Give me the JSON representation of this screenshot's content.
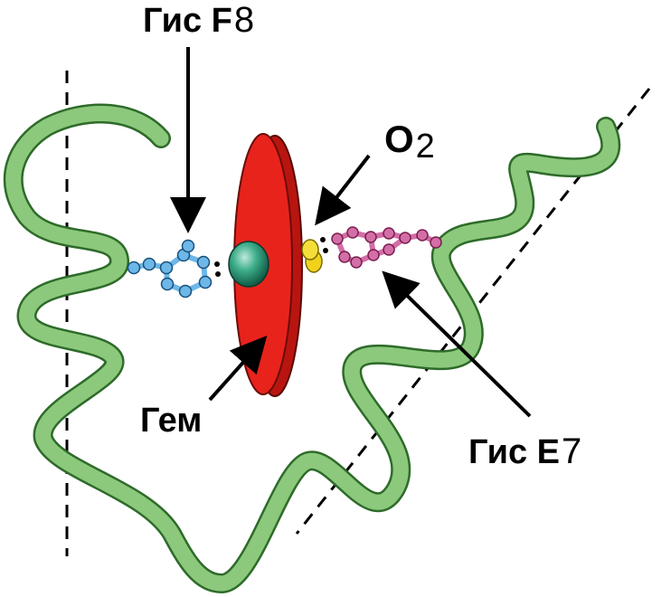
{
  "labels": {
    "his_f": {
      "text": "Гис F",
      "sub": "8"
    },
    "o2": {
      "text": "O",
      "sub": "2"
    },
    "heme": {
      "text": "Гем"
    },
    "his_e": {
      "text": "Гис E",
      "sub": "7"
    }
  },
  "colors": {
    "chain": "#8cc97c",
    "chain_outline": "#2e6b2a",
    "heme_face": "#e8231c",
    "heme_edge": "#b81510",
    "iron": "#2f9e7c",
    "oxygen": "#f0d21a",
    "his_f": "#6db8e8",
    "his_e": "#d36ea6",
    "arrow": "#000000"
  },
  "icons": [
    "protein-chain",
    "heme-disk",
    "iron-atom",
    "oxygen-molecule",
    "histidine-f8",
    "histidine-e7"
  ]
}
